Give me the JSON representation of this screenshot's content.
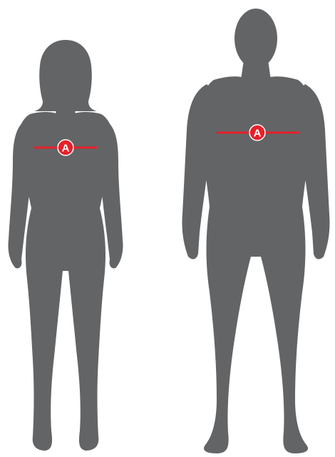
{
  "colors": {
    "background": "#ffffff",
    "silhouette": "#636466",
    "measure_line": "#e8202a",
    "marker_text": "#ffffff"
  },
  "figures": [
    {
      "name": "female-figure",
      "measurement": {
        "label": "A"
      }
    },
    {
      "name": "male-figure",
      "measurement": {
        "label": "A"
      }
    }
  ]
}
